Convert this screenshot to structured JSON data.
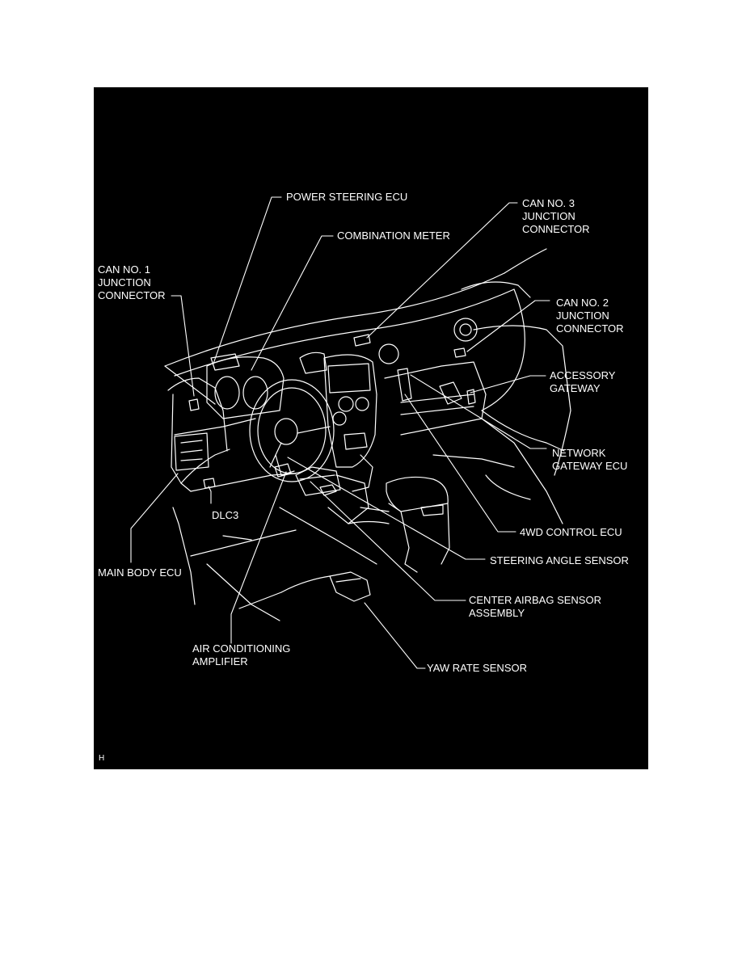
{
  "colors": {
    "background": "#000000",
    "lines": "#ffffff",
    "text": "#ffffff",
    "page": "#ffffff"
  },
  "labels": {
    "power_steering_ecu": [
      "POWER STEERING ECU"
    ],
    "combination_meter": [
      "COMBINATION METER"
    ],
    "can_no3": [
      "CAN NO. 3",
      "JUNCTION",
      "CONNECTOR"
    ],
    "can_no1": [
      "CAN NO. 1",
      "JUNCTION",
      "CONNECTOR"
    ],
    "can_no2": [
      "CAN NO. 2",
      "JUNCTION",
      "CONNECTOR"
    ],
    "accessory_gateway": [
      "ACCESSORY",
      "GATEWAY"
    ],
    "network_gateway_ecu": [
      "NETWORK",
      "GATEWAY ECU"
    ],
    "dlc3": [
      "DLC3"
    ],
    "fwd_control_ecu": [
      "4WD CONTROL ECU"
    ],
    "steering_angle_sensor": [
      "STEERING ANGLE SENSOR"
    ],
    "main_body_ecu": [
      "MAIN BODY ECU"
    ],
    "center_airbag_sensor": [
      "CENTER AIRBAG SENSOR",
      "ASSEMBLY"
    ],
    "air_conditioning_amplifier": [
      "AIR CONDITIONING",
      "AMPLIFIER"
    ],
    "yaw_rate_sensor": [
      "YAW RATE SENSOR"
    ]
  },
  "figure_tag": "H"
}
